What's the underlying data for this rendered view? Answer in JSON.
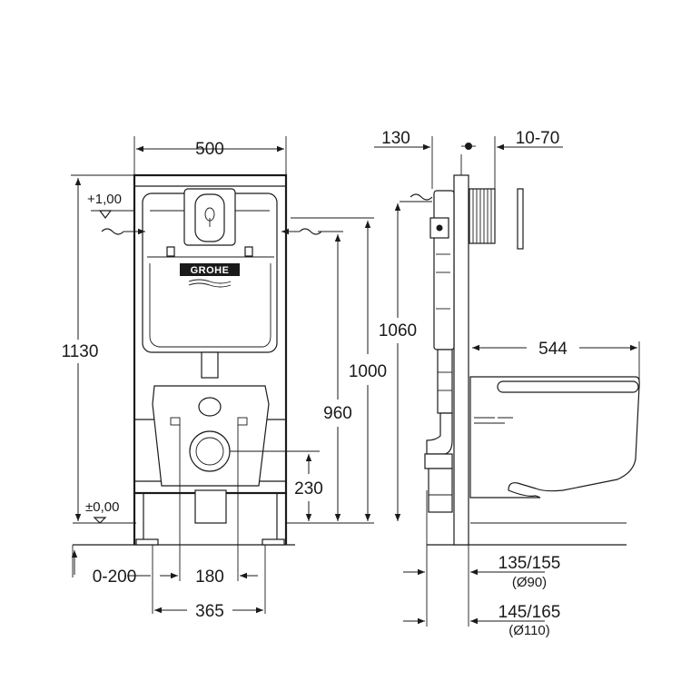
{
  "front_view": {
    "frame_width": "500",
    "total_height": "1130",
    "level_top": "+1,00",
    "level_floor": "±0,00",
    "inlet_height_1000": "1000",
    "inlet_height_960": "960",
    "drain_height": "230",
    "foot_adjust": "0-200",
    "bolt_spacing": "180",
    "foot_spacing": "365",
    "brand": "GROHE"
  },
  "side_view": {
    "depth": "130",
    "wall_adjust": "10-70",
    "height": "1060",
    "bowl_projection": "544",
    "drain_90_offset": "135/155",
    "drain_90_dia": "(Ø90)",
    "drain_110_offset": "145/165",
    "drain_110_dia": "(Ø110)"
  }
}
